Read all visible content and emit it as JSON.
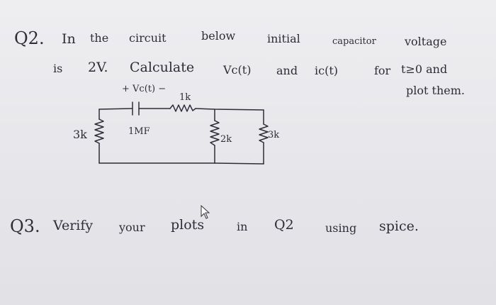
{
  "q2": {
    "number": "Q2.",
    "line1_a": "In",
    "line1_b": "the",
    "line1_c": "circuit",
    "line1_d": "below",
    "line1_e": "initial",
    "line1_f": "capacitor",
    "line1_g": "voltage",
    "line2_a": "is",
    "line2_b": "2V.",
    "line2_c": "Calculate",
    "line2_d": "Vc(t)",
    "line2_e": "and",
    "line2_f": "ic(t)",
    "line2_g": "for",
    "line2_h": "t≥0 and",
    "line3": "plot them."
  },
  "circuit": {
    "cap_polarity": "+ Vc(t) −",
    "r_top": "1k",
    "cap_value": "1MF",
    "r_left": "3k",
    "r_mid": "2k",
    "r_right": "3k"
  },
  "q3": {
    "number": "Q3.",
    "a": "Verify",
    "b": "your",
    "c": "plots",
    "d": "in",
    "e": "Q2",
    "f": "using",
    "g": "spice."
  },
  "colors": {
    "ink": "#2d2d38",
    "paper": "#e9e9ec"
  }
}
